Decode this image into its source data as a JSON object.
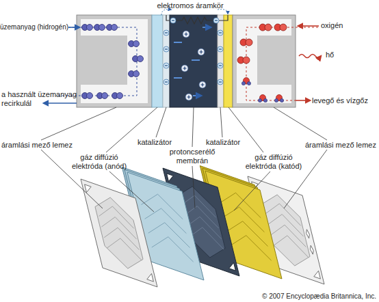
{
  "diagram": {
    "labels": [
      "elektromos áramkör",
      "üzemanyag (hidrogén)",
      "a használt üzemanyag recirkulál",
      "oxigén",
      "hő",
      "levegő és vízgőz",
      "katalizátor",
      "katalizátor",
      "áramlási mező lemez",
      "gáz diffúzió elektróda (anód)",
      "protoncserélő membrán",
      "gáz diffúzió elektróda (katód)",
      "áramlási mező lemez",
      "© 2007 Encyclopædia Britannica, Inc."
    ]
  }
}
